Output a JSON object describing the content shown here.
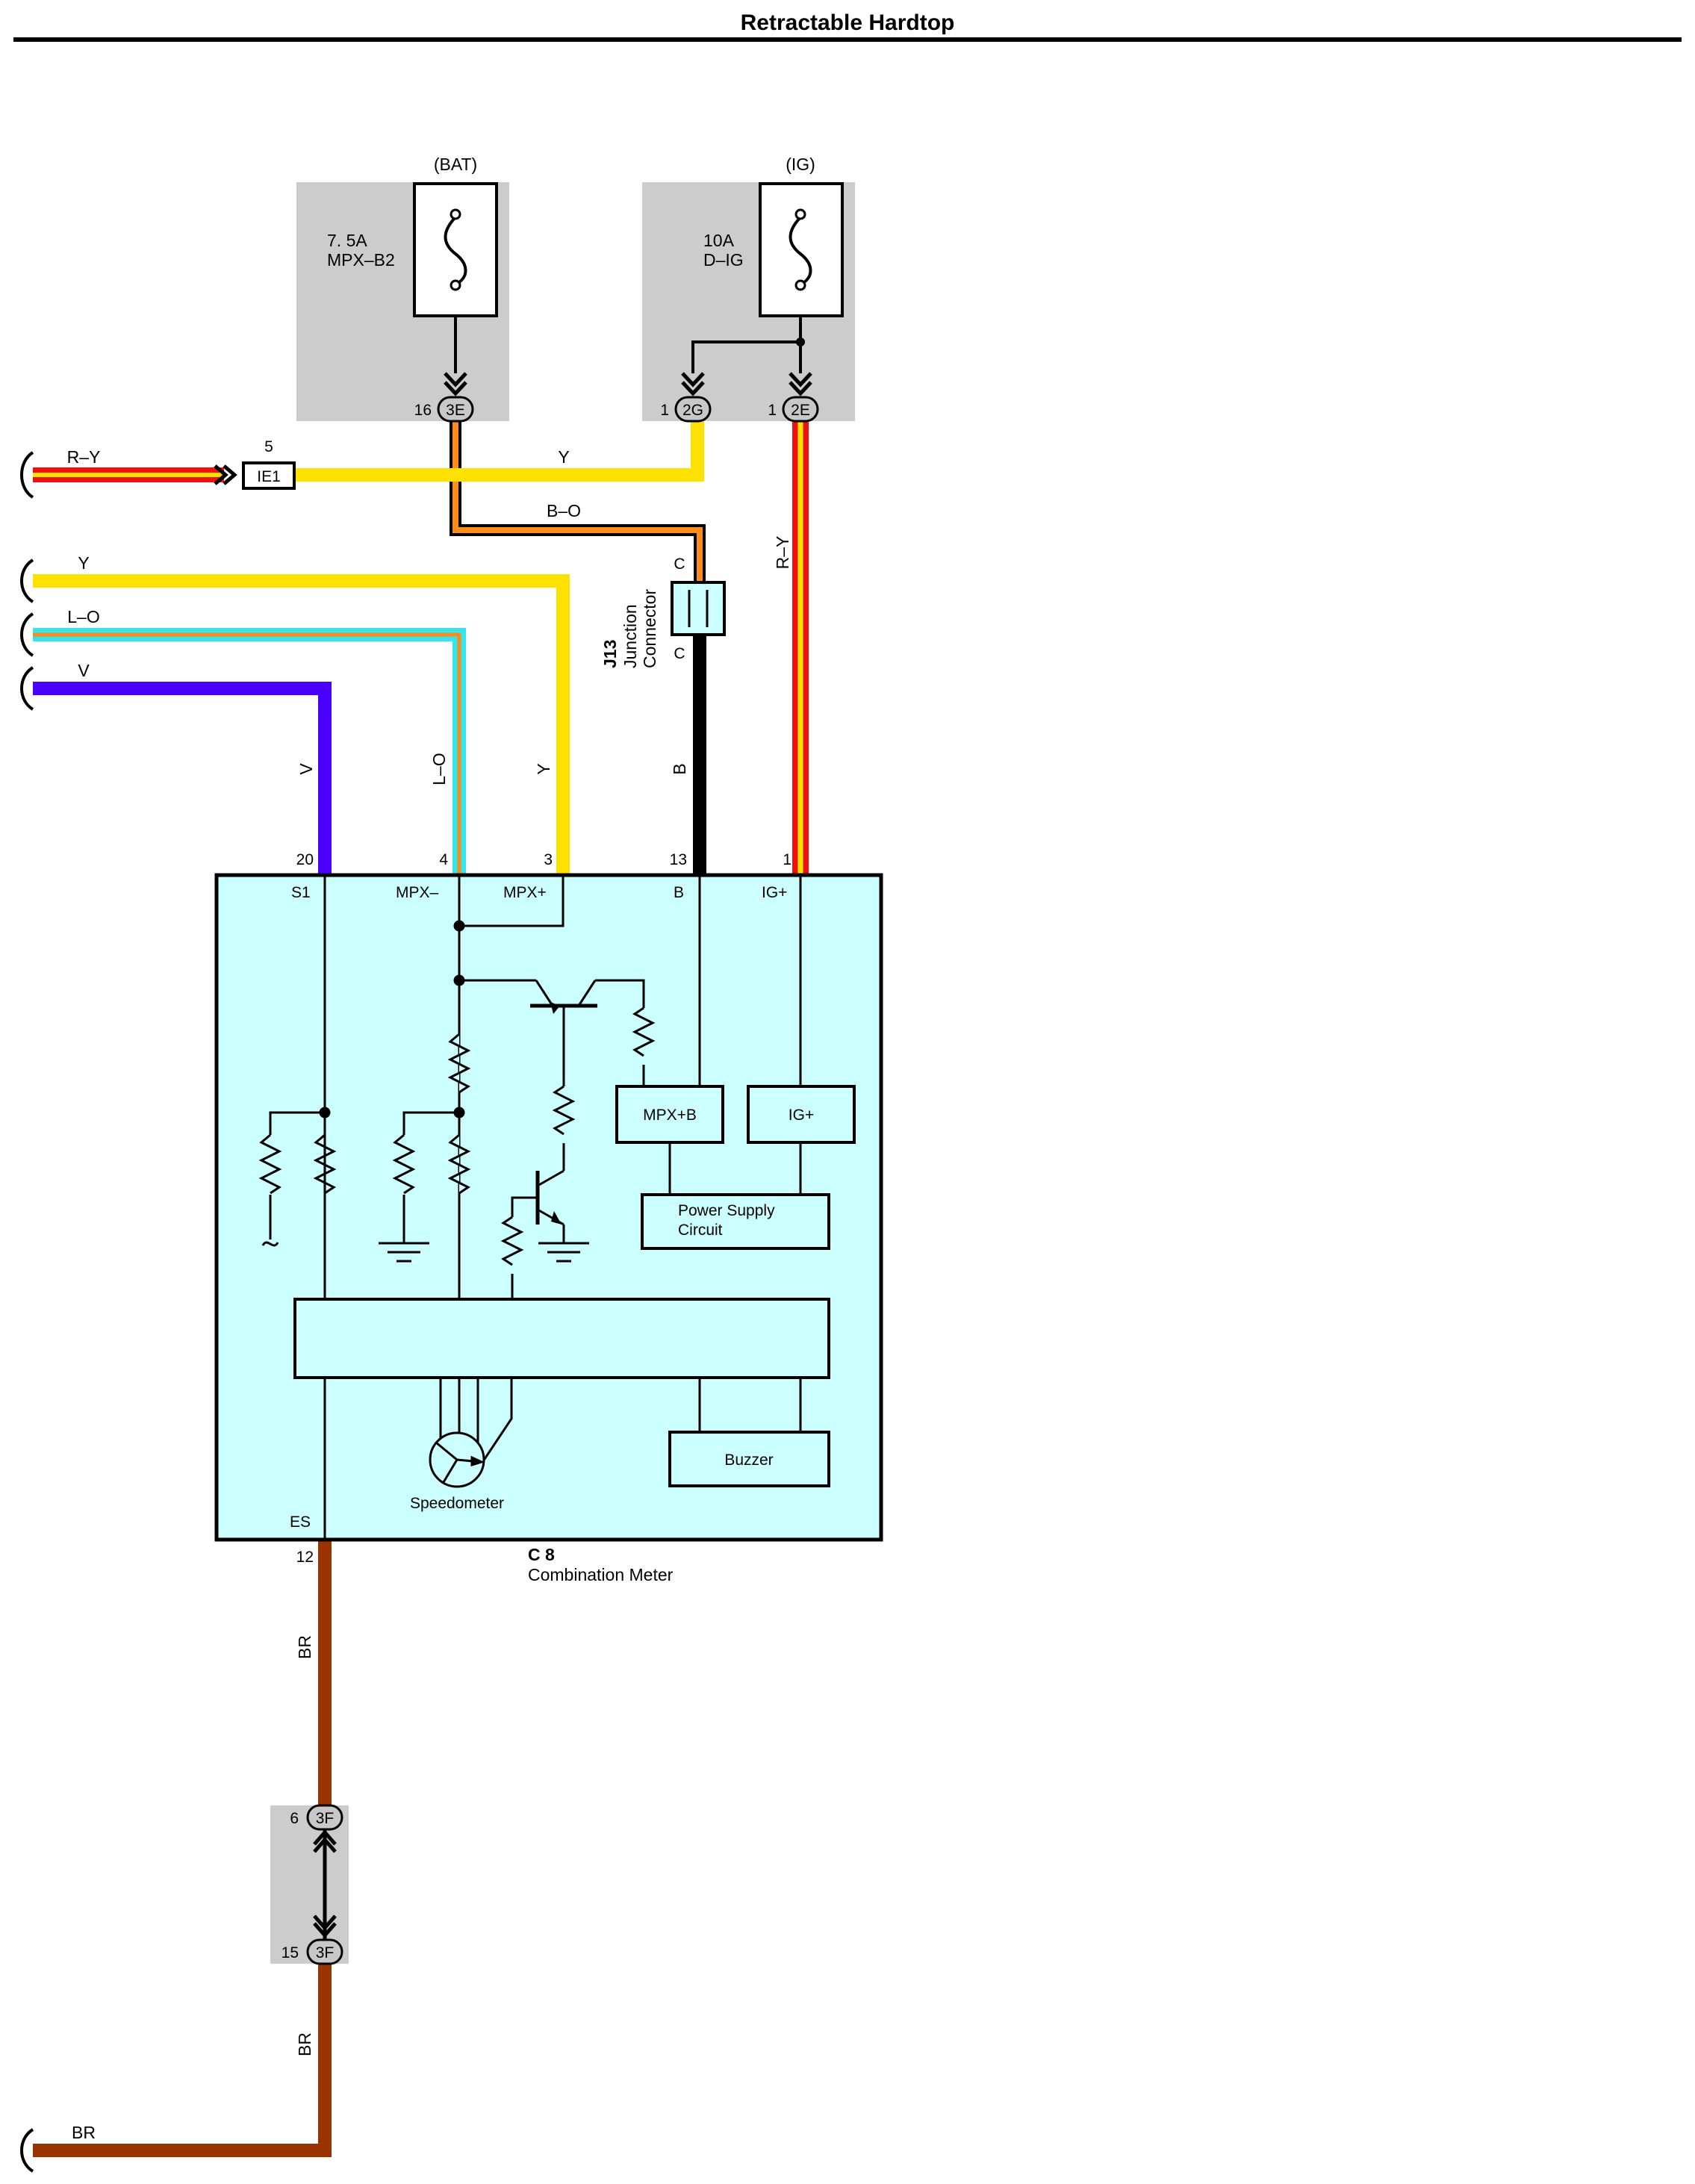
{
  "title": "Retractable Hardtop",
  "colors": {
    "R": "#ee1111",
    "Y": "#ffe100",
    "O": "#ff8c1a",
    "B": "#000000",
    "L": "#33e6ee",
    "V": "#4a00ff",
    "BR": "#993300",
    "relay_fill": "#ccffff",
    "fuse_fill": "#cccccc"
  },
  "fuses": [
    {
      "source": "(BAT)",
      "rating": "7. 5A",
      "name": "MPX–B2"
    },
    {
      "source": "(IG)",
      "rating": "10A",
      "name": "D–IG"
    }
  ],
  "connectors": {
    "c3E": {
      "code": "3E",
      "pin": "16"
    },
    "c2G": {
      "code": "2G",
      "pin": "1"
    },
    "c2E": {
      "code": "2E",
      "pin": "1"
    },
    "cIE1": {
      "code": "IE1",
      "pin": "5"
    },
    "c3F_top": {
      "code": "3F",
      "pin": "6"
    },
    "c3F_bot": {
      "code": "3F",
      "pin": "15"
    }
  },
  "junction": {
    "id": "J13",
    "line1": "Junction",
    "line2": "Connector",
    "pin_top": "C",
    "pin_bot": "C"
  },
  "wires": {
    "ry_in": "R–Y",
    "y_top": "Y",
    "bo": "B–O",
    "ry_v": "R–Y",
    "y_in": "Y",
    "lo_in": "L–O",
    "v_in": "V",
    "v_v": "V",
    "lo_v": "L–O",
    "y_v": "Y",
    "b_v": "B",
    "br_v1": "BR",
    "br_v2": "BR",
    "br_in": "BR"
  },
  "meter": {
    "code": "C 8",
    "name": "Combination Meter",
    "terminals": [
      {
        "pin": "20",
        "name": "S1"
      },
      {
        "pin": "4",
        "name": "MPX–"
      },
      {
        "pin": "3",
        "name": "MPX+"
      },
      {
        "pin": "13",
        "name": "B"
      },
      {
        "pin": "1",
        "name": "IG+"
      },
      {
        "pin": "12",
        "name": "ES"
      }
    ],
    "blocks": {
      "mpxb": "MPX+B",
      "igp": "IG+",
      "psu_line1": "Power Supply",
      "psu_line2": "Circuit",
      "buzzer": "Buzzer",
      "speedometer": "Speedometer"
    }
  }
}
